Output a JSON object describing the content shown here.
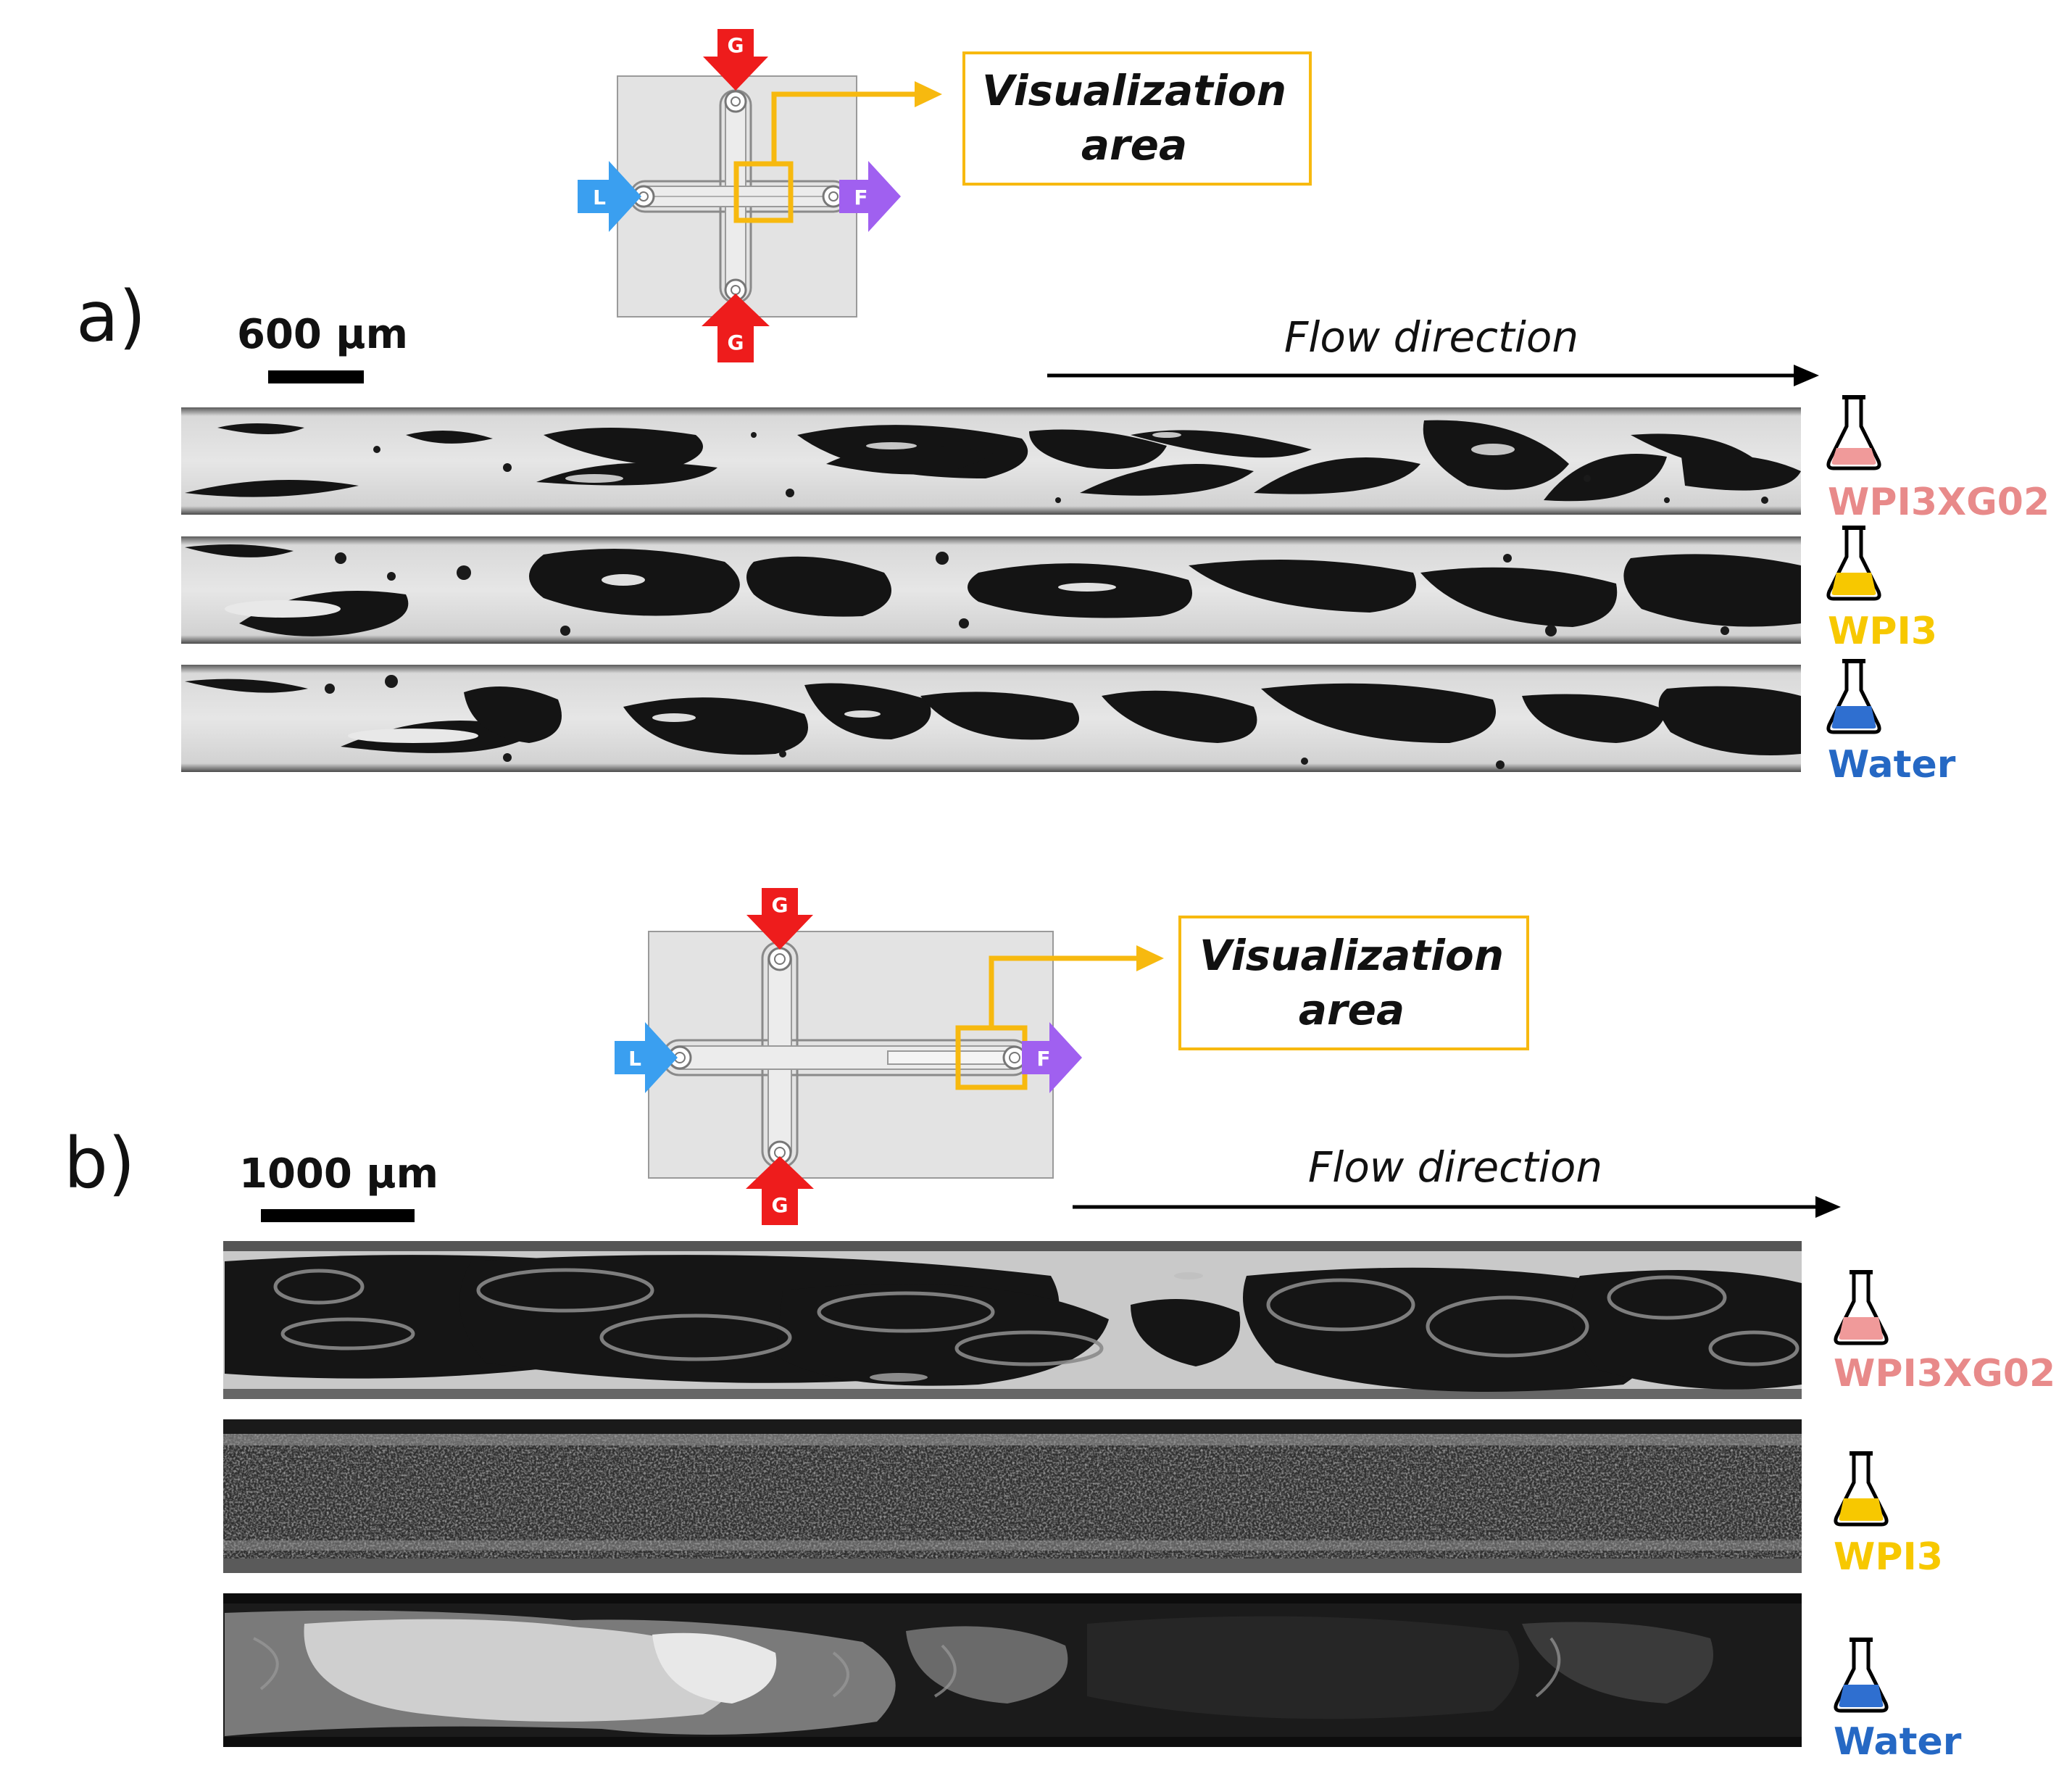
{
  "colors": {
    "gas": "#ee1c1c",
    "liquid": "#3a9ff0",
    "foam": "#a060f0",
    "visualization": "#f7b90f",
    "wpi3xg02": "#e88a8a",
    "wpi3": "#f7c800",
    "water": "#2568c4"
  },
  "port_labels": {
    "gas": "G",
    "liquid": "L",
    "foam": "F"
  },
  "panels": [
    {
      "letter": "a)",
      "visualization_label_line1": "Visualization",
      "visualization_label_line2": "area",
      "scale_bar": "600 μm",
      "flow_label": "Flow direction",
      "samples": [
        {
          "name": "WPI3XG02",
          "flask_color": "#f09a9a"
        },
        {
          "name": "WPI3",
          "flask_color": "#f7c800"
        },
        {
          "name": "Water",
          "flask_color": "#2f6fd0"
        }
      ]
    },
    {
      "letter": "b)",
      "visualization_label_line1": "Visualization",
      "visualization_label_line2": "area",
      "scale_bar": "1000 μm",
      "flow_label": "Flow direction",
      "samples": [
        {
          "name": "WPI3XG02",
          "flask_color": "#f09a9a"
        },
        {
          "name": "WPI3",
          "flask_color": "#f7c800"
        },
        {
          "name": "Water",
          "flask_color": "#2f6fd0"
        }
      ]
    }
  ]
}
